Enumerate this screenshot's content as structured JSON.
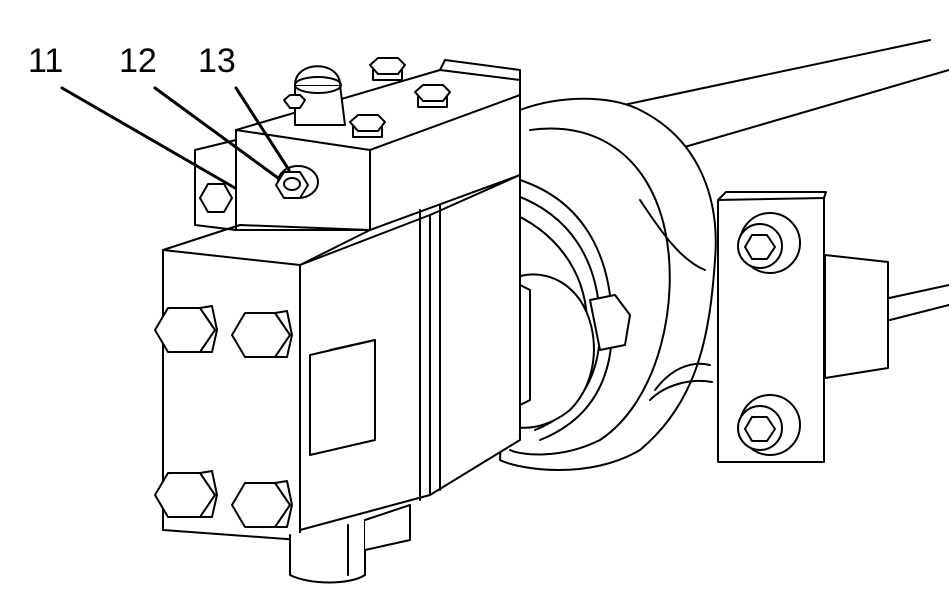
{
  "callouts": [
    {
      "id": "11"
    },
    {
      "id": "12"
    },
    {
      "id": "13"
    }
  ],
  "colors": {
    "line": "#000000",
    "fill": "#ffffff"
  }
}
